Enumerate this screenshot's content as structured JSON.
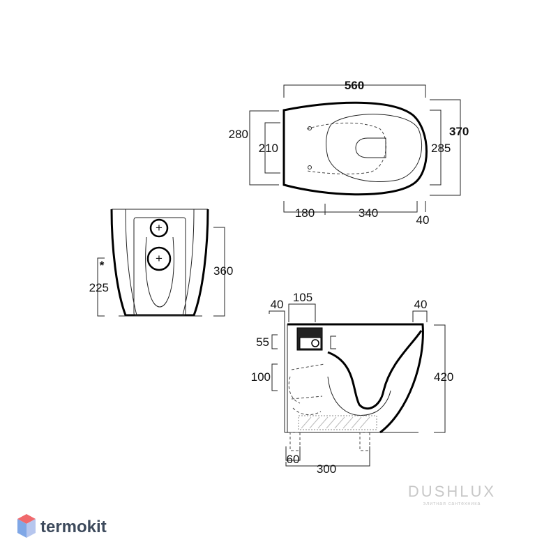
{
  "top_view": {
    "width": "560",
    "depth": "370",
    "depth_left": "280",
    "inner_left": "210",
    "inner_right": "285",
    "dist_a": "180",
    "dist_b": "340",
    "dist_c": "40"
  },
  "front_view": {
    "height": "360",
    "outlet_height": "225",
    "outlet_mark": "*"
  },
  "side_view": {
    "rear_gap": "40",
    "inlet_offset": "105",
    "front_gap": "40",
    "inlet_height": "55",
    "outlet_span": "100",
    "height": "420",
    "base_left": "60",
    "base_depth": "300"
  },
  "watermark": {
    "brand": "DUSHLUX",
    "tagline": "элитная сантехника"
  },
  "logo": {
    "text": "termokit",
    "colors": {
      "top": "#f0696c",
      "left": "#7fa7e6",
      "right": "#b6c6ee"
    }
  }
}
